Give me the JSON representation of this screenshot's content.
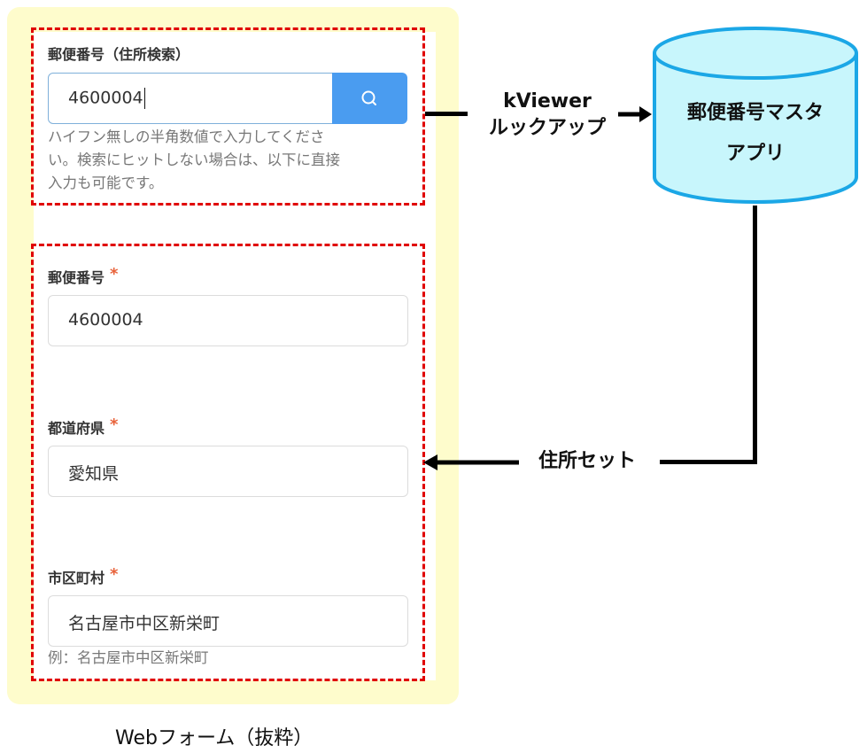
{
  "form": {
    "caption": "Webフォーム（抜粋）",
    "search_section": {
      "label": "郵便番号（住所検索）",
      "input_value": "4600004",
      "search_icon": "search-icon",
      "help_lines": [
        "ハイフン無しの半角数値で入力してくださ",
        "い。検索にヒットしない場合は、以下に直接",
        "入力も可能です。"
      ]
    },
    "fields": [
      {
        "label": "郵便番号",
        "required_mark": "*",
        "value": "4600004"
      },
      {
        "label": "都道府県",
        "required_mark": "*",
        "value": "愛知県"
      },
      {
        "label": "市区町村",
        "required_mark": "*",
        "value": "名古屋市中区新栄町",
        "hint": "例：名古屋市中区新栄町"
      }
    ]
  },
  "diagram": {
    "lookup_label_line1": "kViewer",
    "lookup_label_line2": "ルックアップ",
    "database_line1": "郵便番号マスタ",
    "database_line2": "アプリ",
    "return_label": "住所セット",
    "colors": {
      "dashed_border": "#e00000",
      "panel_bg": "#fefccc",
      "search_button": "#4a9cf0",
      "db_fill": "#c8f6fc",
      "db_stroke": "#1ba7e6",
      "required": "#e8623a"
    }
  }
}
